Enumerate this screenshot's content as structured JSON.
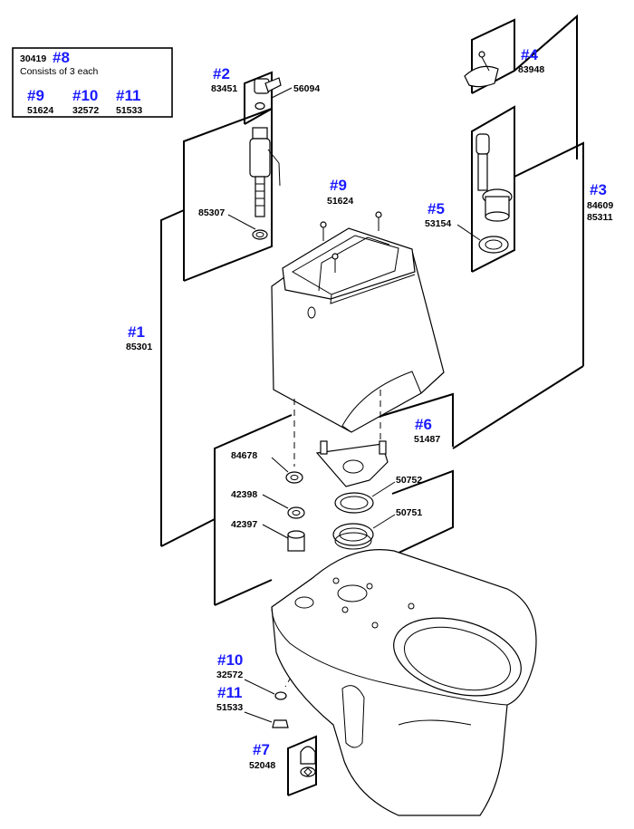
{
  "kit": {
    "number": "30419",
    "ref": "#8",
    "description": "Consists of 3 each",
    "items": [
      {
        "ref": "#9",
        "part": "51624"
      },
      {
        "ref": "#10",
        "part": "32572"
      },
      {
        "ref": "#11",
        "part": "51533"
      }
    ]
  },
  "callouts": {
    "r1": {
      "ref": "#1",
      "parts": [
        "85301"
      ]
    },
    "r2": {
      "ref": "#2",
      "parts": [
        "83451"
      ]
    },
    "r3": {
      "ref": "#3",
      "parts": [
        "84609",
        "85311"
      ]
    },
    "r4": {
      "ref": "#4",
      "parts": [
        "83948"
      ]
    },
    "r5": {
      "ref": "#5",
      "parts": [
        "53154"
      ]
    },
    "r6": {
      "ref": "#6",
      "parts": [
        "51487"
      ]
    },
    "r7": {
      "ref": "#7",
      "parts": [
        "52048"
      ]
    },
    "r9": {
      "ref": "#9",
      "parts": [
        "51624"
      ]
    },
    "r10": {
      "ref": "#10",
      "parts": [
        "32572"
      ]
    },
    "r11": {
      "ref": "#11",
      "parts": [
        "51533"
      ]
    }
  },
  "part_labels": {
    "p56094": "56094",
    "p85307": "85307",
    "p84678": "84678",
    "p42398": "42398",
    "p42397": "42397",
    "p50752": "50752",
    "p50751": "50751"
  }
}
